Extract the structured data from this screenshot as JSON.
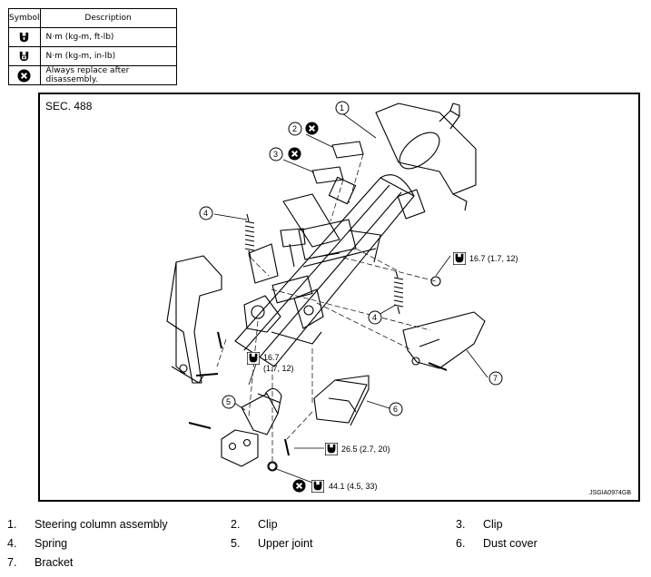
{
  "legend": {
    "header_symbol": "Symbol",
    "header_description": "Description",
    "rows": [
      {
        "icon": "torque-wrench-icon",
        "description": "N·m (kg-m, ft-lb)"
      },
      {
        "icon": "torque-wrench-small-icon",
        "description": "N·m (kg-m, in-lb)"
      },
      {
        "icon": "always-replace-icon",
        "description": "Always replace after disassembly."
      }
    ]
  },
  "figure": {
    "section": "SEC. 488",
    "code": "JSGIA0974GB",
    "callouts": {
      "c1": "1",
      "c2": "2",
      "c3": "3",
      "c4a": "4",
      "c4b": "4",
      "c5": "5",
      "c6": "6",
      "c7": "7"
    },
    "torques": {
      "t1": "16.7 (1.7, 12)",
      "t2_line1": "16.7",
      "t2_line2": "(1.7, 12)",
      "t3": "26.5 (2.7, 20)",
      "t4": "44.1 (4.5, 33)"
    }
  },
  "parts": [
    {
      "num": "1.",
      "name": "Steering column assembly"
    },
    {
      "num": "2.",
      "name": "Clip"
    },
    {
      "num": "3.",
      "name": "Clip"
    },
    {
      "num": "4.",
      "name": "Spring"
    },
    {
      "num": "5.",
      "name": "Upper joint"
    },
    {
      "num": "6.",
      "name": "Dust cover"
    },
    {
      "num": "7.",
      "name": "Bracket"
    }
  ]
}
